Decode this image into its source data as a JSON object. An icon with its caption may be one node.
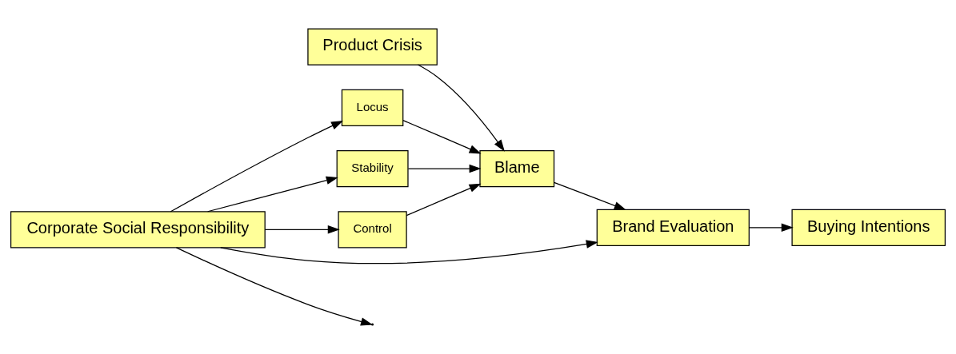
{
  "diagram": {
    "nodes": [
      {
        "text": [
          "Product Crisis"
        ]
      },
      {
        "text": [
          "Blame"
        ]
      },
      {
        "text": [
          "Brand Evaluation"
        ]
      },
      {
        "text": [
          "Buying Intentions"
        ]
      },
      {
        "text": [
          "Corporate Social Responsibility"
        ]
      },
      {
        "text": [
          "Locus"
        ]
      },
      {
        "text": [
          "Stability"
        ]
      },
      {
        "text": [
          "Control"
        ]
      }
    ],
    "edges": [
      {
        "from": 0,
        "to": 1,
        "arrow": "to"
      },
      {
        "from": 1,
        "to": 2,
        "arrow": "to"
      },
      {
        "from": 2,
        "to": 3,
        "arrow": "to"
      },
      {
        "from": 4,
        "to": null,
        "arrow": "to"
      },
      {
        "from": 4,
        "to": 5,
        "arrow": "to"
      },
      {
        "from": 4,
        "to": 6,
        "arrow": "to"
      },
      {
        "from": 4,
        "to": 7,
        "arrow": "to"
      },
      {
        "from": 5,
        "to": 1,
        "arrow": "to"
      },
      {
        "from": 6,
        "to": 1,
        "arrow": "to"
      },
      {
        "from": 7,
        "to": 1,
        "arrow": "to"
      },
      {
        "from": 4,
        "to": 2,
        "arrow": "to"
      }
    ]
  }
}
